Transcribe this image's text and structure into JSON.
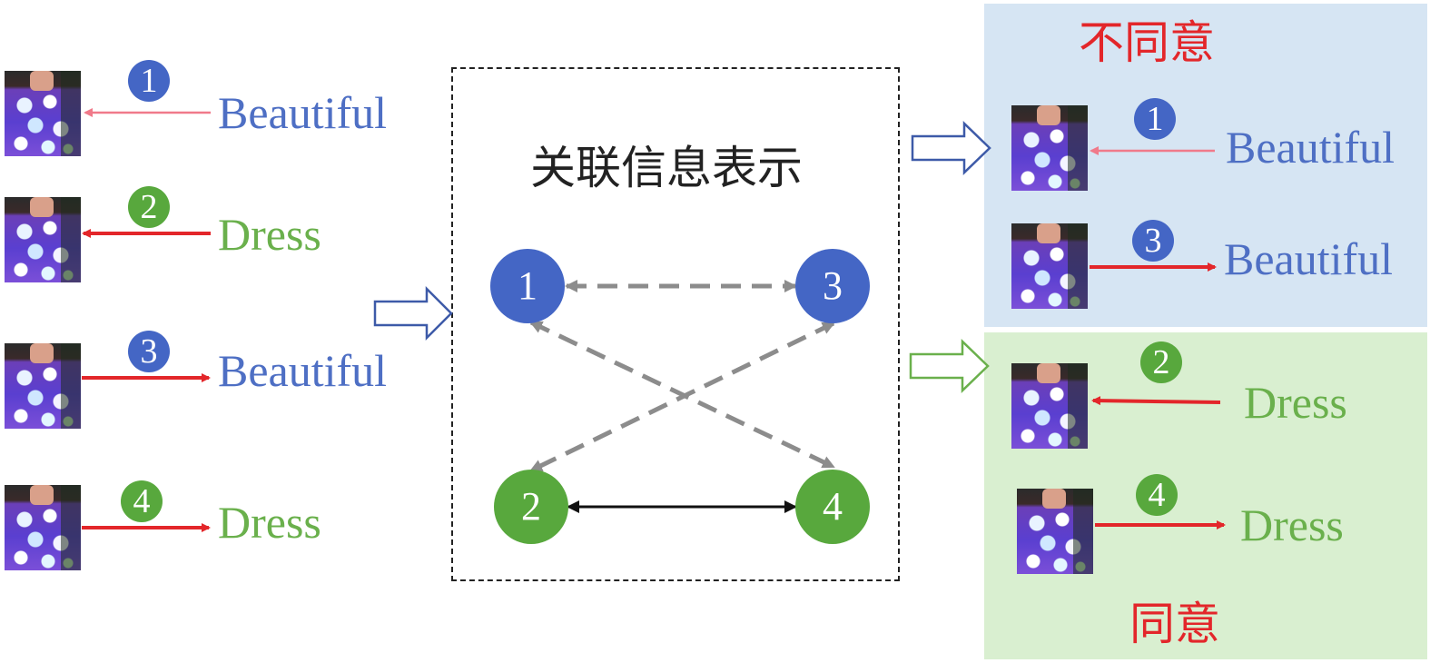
{
  "center_box": {
    "title": "关联信息表示"
  },
  "left_items": [
    {
      "badge": "1",
      "word": "Beautiful",
      "badge_color": "#4466c5",
      "word_color": "#4e6fc4",
      "arrow_color": "#f07a8a",
      "arrow_dir": "to-image"
    },
    {
      "badge": "2",
      "word": "Dress",
      "badge_color": "#58a83d",
      "word_color": "#6ab04c",
      "arrow_color": "#e3262a",
      "arrow_dir": "to-image"
    },
    {
      "badge": "3",
      "word": "Beautiful",
      "badge_color": "#4466c5",
      "word_color": "#4e6fc4",
      "arrow_color": "#e3262a",
      "arrow_dir": "to-word"
    },
    {
      "badge": "4",
      "word": "Dress",
      "badge_color": "#58a83d",
      "word_color": "#6ab04c",
      "arrow_color": "#e3262a",
      "arrow_dir": "to-word"
    }
  ],
  "graph_nodes": [
    {
      "label": "1",
      "color": "#4466c5"
    },
    {
      "label": "3",
      "color": "#4466c5"
    },
    {
      "label": "2",
      "color": "#58a83d"
    },
    {
      "label": "4",
      "color": "#58a83d"
    }
  ],
  "disagree_panel": {
    "title": "不同意",
    "background": "#d6e5f3",
    "items": [
      {
        "badge": "1",
        "word": "Beautiful",
        "arrow_dir": "to-image"
      },
      {
        "badge": "3",
        "word": "Beautiful",
        "arrow_dir": "to-word"
      }
    ]
  },
  "agree_panel": {
    "title": "同意",
    "background": "#d9efd0",
    "items": [
      {
        "badge": "2",
        "word": "Dress",
        "arrow_dir": "to-image"
      },
      {
        "badge": "4",
        "word": "Dress",
        "arrow_dir": "to-word"
      }
    ]
  },
  "colors": {
    "blue": "#4466c5",
    "green": "#58a83d",
    "red": "#e3262a",
    "pink": "#f07a8a",
    "dashed_gray": "#8c8c8c"
  }
}
